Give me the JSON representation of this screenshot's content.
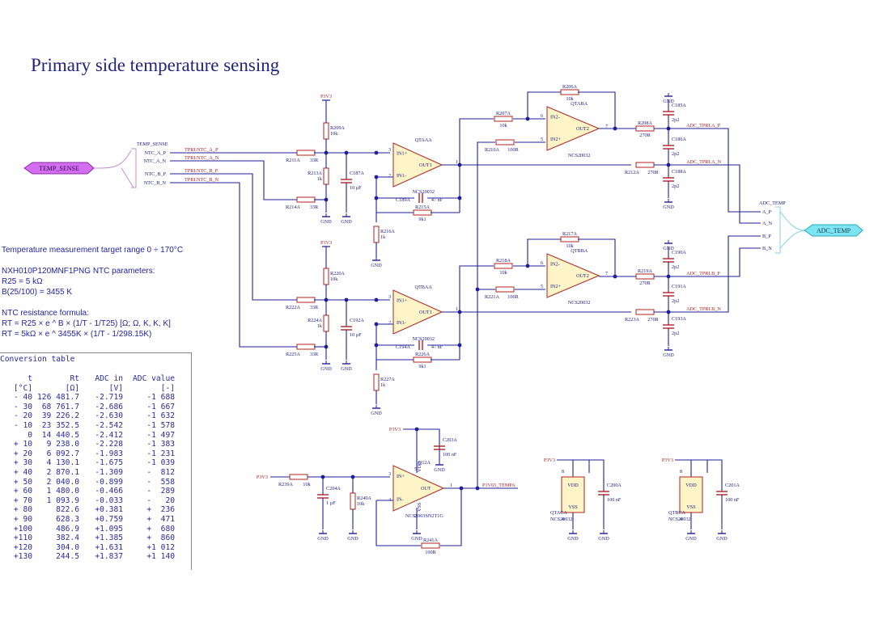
{
  "title": "Primary side temperature sensing",
  "notes": {
    "range": "Temperature measurement target range 0 ÷ 170°C",
    "ntc_header": "NXH010P120MNF1PNG NTC parameters:",
    "r25": "R25 = 5 kΩ",
    "beta": "B(25/100) = 3455 K",
    "formula_header": "NTC resistance formula:",
    "formula": "RT = R25 × e ^ B × (1/T - 1/T25) [Ω; Ω, K, K, K]",
    "formula_values": "RT = 5kΩ × e ^ 3455K × (1/T - 1/298.15K)"
  },
  "conversion_table": {
    "title": "Conversion table",
    "headers": [
      "t",
      "Rt",
      "ADC in",
      "ADC value"
    ],
    "units": [
      "[°C]",
      "[Ω]",
      "[V]",
      "[-]"
    ],
    "rows": [
      [
        "- 40",
        "126 481.7",
        "-2.719",
        "-1 688"
      ],
      [
        "- 30",
        "68 761.7",
        "-2.686",
        "-1 667"
      ],
      [
        "- 20",
        "39 226.2",
        "-2.630",
        "-1 632"
      ],
      [
        "- 10",
        "23 352.5",
        "-2.542",
        "-1 578"
      ],
      [
        "0",
        "14 440.5",
        "-2.412",
        "-1 497"
      ],
      [
        "+ 10",
        "9 238.0",
        "-2.228",
        "-1 383"
      ],
      [
        "+ 20",
        "6 092.7",
        "-1.983",
        "-1 231"
      ],
      [
        "+ 30",
        "4 130.1",
        "-1.675",
        "-1 039"
      ],
      [
        "+ 40",
        "2 870.1",
        "-1.309",
        "-  812"
      ],
      [
        "+ 50",
        "2 040.0",
        "-0.899",
        "-  558"
      ],
      [
        "+ 60",
        "1 480.0",
        "-0.466",
        "-  289"
      ],
      [
        "+ 70",
        "1 093.9",
        "-0.033",
        "-   20"
      ],
      [
        "+ 80",
        "822.6",
        "+0.381",
        "+  236"
      ],
      [
        "+ 90",
        "628.3",
        "+0.759",
        "+  471"
      ],
      [
        "+100",
        "486.9",
        "+1.095",
        "+  680"
      ],
      [
        "+110",
        "382.4",
        "+1.385",
        "+  860"
      ],
      [
        "+120",
        "304.0",
        "+1.631",
        "+1 012"
      ],
      [
        "+130",
        "244.5",
        "+1.837",
        "+1 140"
      ]
    ]
  },
  "schematic": {
    "ports": {
      "temp_sense": "TEMP_SENSE",
      "adc_temp": "ADC_TEMP"
    },
    "harness": {
      "temp_sense_title": "TEMP_SENSE",
      "temp_sense_pins": [
        "NTC_A_P",
        "NTC_A_N",
        "NTC_B_P",
        "NTC_B_N"
      ],
      "adc_title": "ADC_TEMP",
      "adc_pins": [
        "A_P",
        "A_N",
        "B_P",
        "B_N"
      ]
    },
    "nets": {
      "tpri_a_p": "TPRI.NTC_A_P",
      "tpri_a_n": "TPRI.NTC_A_N",
      "tpri_b_p": "TPRI.NTC_B_P",
      "tpri_b_n": "TPRI.NTC_B_N",
      "adc_a_p": "ADC_TPRI.A_P",
      "adc_a_n": "ADC_TPRI.A_N",
      "adc_b_p": "ADC_TPRI.B_P",
      "adc_b_n": "ADC_TPRI.B_N",
      "tempa": "P1V65_TEMPA",
      "p3v3": "P3V3",
      "gnd": "GND"
    },
    "chips": {
      "qtaaa": "QTAAA",
      "qtaba": "QTABA",
      "qtbaa": "QTBAA",
      "qtbba": "QTBBA",
      "q12a": "Q12A",
      "ncs20032": "NCS20032",
      "ncs2003sn2t1g": "NCS2003SN2T1G",
      "qtaca": "QTACA",
      "qtbca": "QTBCA"
    },
    "pins": {
      "in_p": "IN+",
      "in_n": "IN-",
      "out": "OUT",
      "in1_p": "IN1+",
      "in1_n": "IN1-",
      "out1": "OUT1",
      "in2_p": "IN2+",
      "in2_n": "IN2-",
      "out2": "OUT2",
      "vdd": "VDD",
      "vss": "VSS",
      "n1": "1",
      "n2": "2",
      "n3": "3",
      "n4": "4",
      "n5": "5",
      "n6": "6",
      "n7": "7",
      "n8": "8"
    },
    "resistors": {
      "r206a": [
        "R206A",
        "10k"
      ],
      "r207a": [
        "R207A",
        "10k"
      ],
      "r208a": [
        "R208A",
        "270R"
      ],
      "r209a": [
        "R209A",
        "10k"
      ],
      "r210a": [
        "R210A",
        "100R"
      ],
      "r211a": [
        "R211A",
        "33R"
      ],
      "r212a": [
        "R212A",
        "270R"
      ],
      "r213a": [
        "R213A",
        "1k"
      ],
      "r214a": [
        "R214A",
        "33R"
      ],
      "r215a": [
        "R215A",
        "9k1"
      ],
      "r216a": [
        "R216A",
        "1k"
      ],
      "r217a": [
        "R217A",
        "10k"
      ],
      "r218a": [
        "R218A",
        "10k"
      ],
      "r219a": [
        "R219A",
        "270R"
      ],
      "r220a": [
        "R220A",
        "10k"
      ],
      "r221a": [
        "R221A",
        "100R"
      ],
      "r222a": [
        "R222A",
        "33R"
      ],
      "r223a": [
        "R223A",
        "270R"
      ],
      "r224a": [
        "R224A",
        "1k"
      ],
      "r225a": [
        "R225A",
        "33R"
      ],
      "r226a": [
        "R226A",
        "9k1"
      ],
      "r227a": [
        "R227A",
        "1k"
      ],
      "r239a": [
        "R239A",
        "10k"
      ],
      "r240a": [
        "R240A",
        "10k"
      ],
      "r241a": [
        "R241A",
        "100R"
      ]
    },
    "capacitors": {
      "c185a": [
        "C185A",
        "2p2"
      ],
      "c186a": [
        "C186A",
        "2p2"
      ],
      "c187a": [
        "C187A",
        "10 µF"
      ],
      "c188a": [
        "C188A",
        "2p2"
      ],
      "c189a": [
        "C189A",
        "47 nF"
      ],
      "c190a": [
        "C190A",
        "2p2"
      ],
      "c191a": [
        "C191A",
        "2p2"
      ],
      "c192a": [
        "C192A",
        "10 µF"
      ],
      "c193a": [
        "C193A",
        "2p2"
      ],
      "c194a": [
        "C194A",
        "47 nF"
      ],
      "c200a": [
        "C200A",
        "100 nF"
      ],
      "c201a": [
        "C201A",
        "100 nF"
      ],
      "c203a": [
        "C203A",
        "100 nF"
      ],
      "c204a": [
        "C204A",
        "1 µF"
      ]
    },
    "colors": {
      "wire": "#1f1f99",
      "component": "#b22222",
      "opamp_fill": "#fdf5c8",
      "port_magenta": "#d36ef0",
      "port_cyan": "#7fe4f2",
      "text": "#1a1a80"
    }
  }
}
